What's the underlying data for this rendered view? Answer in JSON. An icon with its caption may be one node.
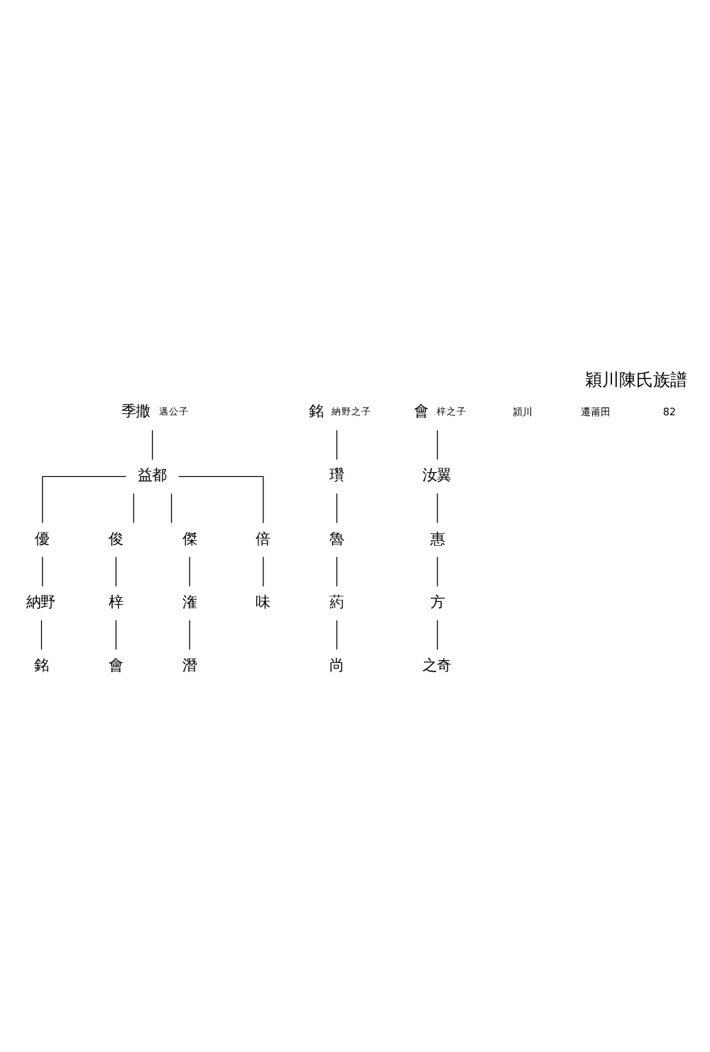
{
  "diagram": {
    "title": "穎川陳氏族譜",
    "nodes": [
      {
        "text": [
          "季撒"
        ],
        "beside": [
          "邁公子"
        ]
      },
      {
        "text": [
          "益都"
        ]
      },
      {
        "text": [
          "優"
        ]
      },
      {
        "text": [
          "俊"
        ]
      },
      {
        "text": [
          "傑"
        ]
      },
      {
        "text": [
          "倍"
        ]
      },
      {
        "text": [
          "納野"
        ]
      },
      {
        "text": [
          "梓"
        ]
      },
      {
        "text": [
          "潅"
        ]
      },
      {
        "text": [
          "味"
        ]
      },
      {
        "text": [
          "銘"
        ]
      },
      {
        "text": [
          "會"
        ]
      },
      {
        "text": [
          "潛"
        ]
      },
      {
        "text": [
          "銘"
        ],
        "beside": [
          "納野之子"
        ]
      },
      {
        "text": [
          "瓚"
        ]
      },
      {
        "text": [
          "魯"
        ]
      },
      {
        "text": [
          "葯"
        ]
      },
      {
        "text": [
          "尚"
        ]
      },
      {
        "text": [
          "會"
        ],
        "beside": [
          "梓之子"
        ]
      },
      {
        "text": [
          "汝翼"
        ]
      },
      {
        "text": [
          "惠"
        ]
      },
      {
        "text": [
          "方"
        ]
      },
      {
        "text": [
          "之奇"
        ]
      }
    ],
    "edges": [
      {
        "from": 0,
        "to": 1,
        "arrow": "none"
      },
      {
        "from": 1,
        "to": 2,
        "arrow": "none"
      },
      {
        "from": 1,
        "to": 3,
        "arrow": "none"
      },
      {
        "from": 1,
        "to": 4,
        "arrow": "none"
      },
      {
        "from": 1,
        "to": 5,
        "arrow": "none"
      },
      {
        "from": 2,
        "to": 6,
        "arrow": "none"
      },
      {
        "from": 3,
        "to": 7,
        "arrow": "none"
      },
      {
        "from": 4,
        "to": 8,
        "arrow": "none"
      },
      {
        "from": 5,
        "to": 9,
        "arrow": "none"
      },
      {
        "from": 6,
        "to": 10,
        "arrow": "none"
      },
      {
        "from": 7,
        "to": 11,
        "arrow": "none"
      },
      {
        "from": 8,
        "to": 12,
        "arrow": "none"
      },
      {
        "from": 13,
        "to": 14,
        "arrow": "none"
      },
      {
        "from": 14,
        "to": 15,
        "arrow": "none"
      },
      {
        "from": 15,
        "to": 16,
        "arrow": "none"
      },
      {
        "from": 16,
        "to": 17,
        "arrow": "none"
      },
      {
        "from": 18,
        "to": 19,
        "arrow": "none"
      },
      {
        "from": 19,
        "to": 20,
        "arrow": "none"
      },
      {
        "from": 20,
        "to": 21,
        "arrow": "none"
      },
      {
        "from": 21,
        "to": 22,
        "arrow": "none"
      }
    ],
    "labels": [
      "潁川",
      "遷莆田",
      "82"
    ]
  }
}
